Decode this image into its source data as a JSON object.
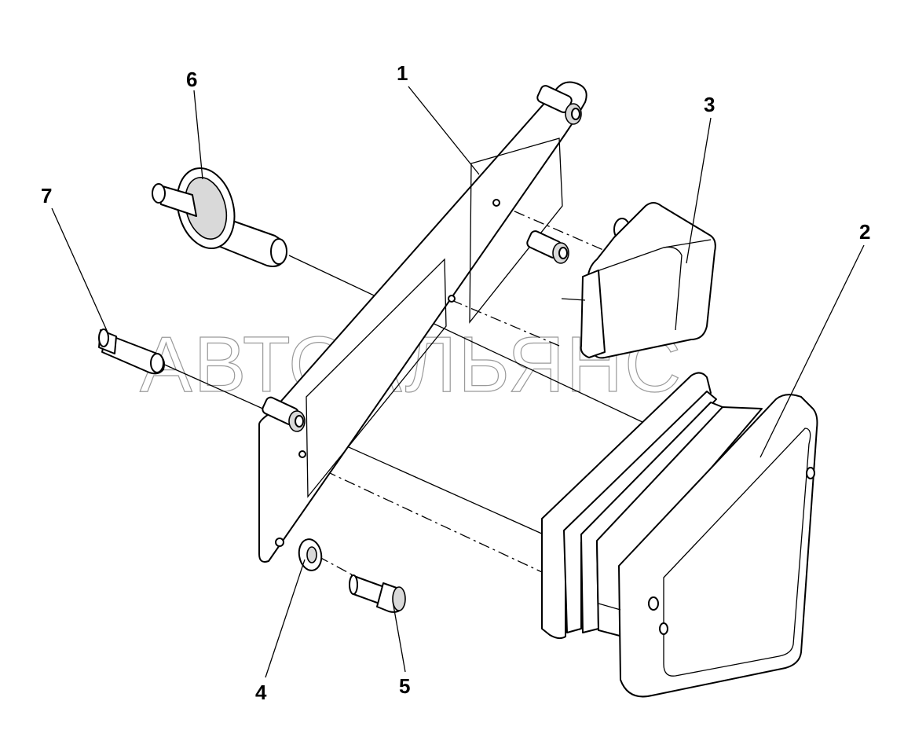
{
  "watermark": "АВТОАЛЬЯНС",
  "callouts": [
    "1",
    "2",
    "3",
    "4",
    "5",
    "6",
    "7"
  ]
}
